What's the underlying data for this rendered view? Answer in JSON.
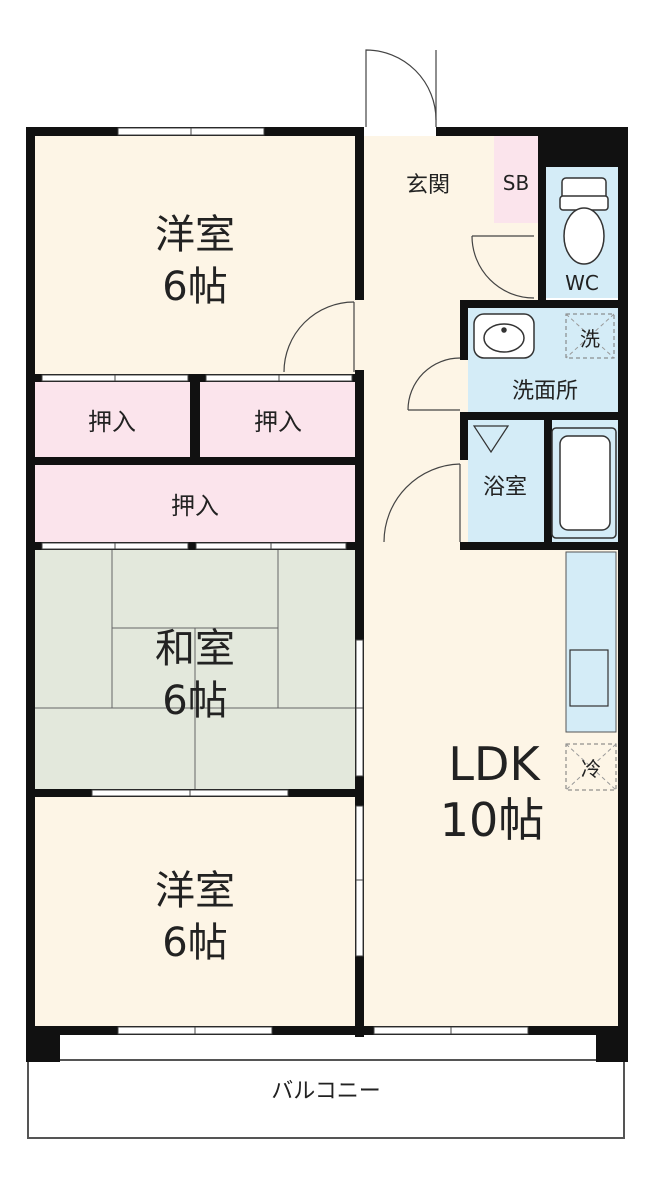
{
  "rooms": {
    "western_top": {
      "name": "洋室",
      "size": "6帖"
    },
    "closet_left": {
      "name": "押入"
    },
    "closet_right": {
      "name": "押入"
    },
    "closet_wide": {
      "name": "押入"
    },
    "japanese": {
      "name": "和室",
      "size": "6帖"
    },
    "western_bottom": {
      "name": "洋室",
      "size": "6帖"
    },
    "entrance": {
      "name": "玄関"
    },
    "shoe_box": {
      "name": "SB"
    },
    "toilet": {
      "name": "WC"
    },
    "washroom": {
      "name": "洗面所"
    },
    "washer": {
      "name": "洗"
    },
    "bathroom": {
      "name": "浴室"
    },
    "ldk": {
      "name": "LDK",
      "size": "10帖"
    },
    "fridge": {
      "name": "冷"
    },
    "balcony": {
      "name": "バルコニー"
    }
  },
  "colors": {
    "wall": "#111111",
    "room_beige": "#fdf5e6",
    "closet_pink": "#fbe4ec",
    "tatami_green": "#e3e8dc",
    "wet_blue": "#d4ecf7",
    "window": "#ffffff"
  }
}
